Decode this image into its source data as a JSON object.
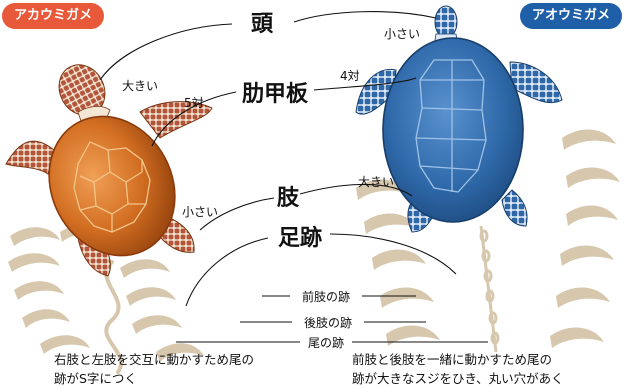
{
  "badges": {
    "loggerhead": "アカウミガメ",
    "green": "アオウミガメ"
  },
  "labels": {
    "head": "頭",
    "carapace": "肋甲板",
    "limb": "肢",
    "tracks": "足跡",
    "front_track": "前肢の跡",
    "hind_track": "後肢の跡",
    "tail_track": "尾の跡"
  },
  "notes": {
    "loggerhead_head": "大きい",
    "loggerhead_carapace": "5対",
    "loggerhead_limb": "小さい",
    "green_head": "小さい",
    "green_carapace": "4対",
    "green_limb": "大きい"
  },
  "captions": {
    "loggerhead_line1": "右肢と左肢を交互に動かすため尾の",
    "loggerhead_line2": "跡がS字につく",
    "green_line1": "前肢と後肢を一緒に動かすため尾の",
    "green_line2": "跡が大きなスジをひき、丸い穴があく"
  },
  "colors": {
    "loggerhead_shell": "#c9621a",
    "loggerhead_scale": "#b2553a",
    "green_shell": "#2e68a8",
    "green_outline": "#173e6a",
    "track_sand": "#d6c7ad",
    "loggerhead_badge": "#e8593a",
    "green_badge": "#1e5fa8"
  }
}
